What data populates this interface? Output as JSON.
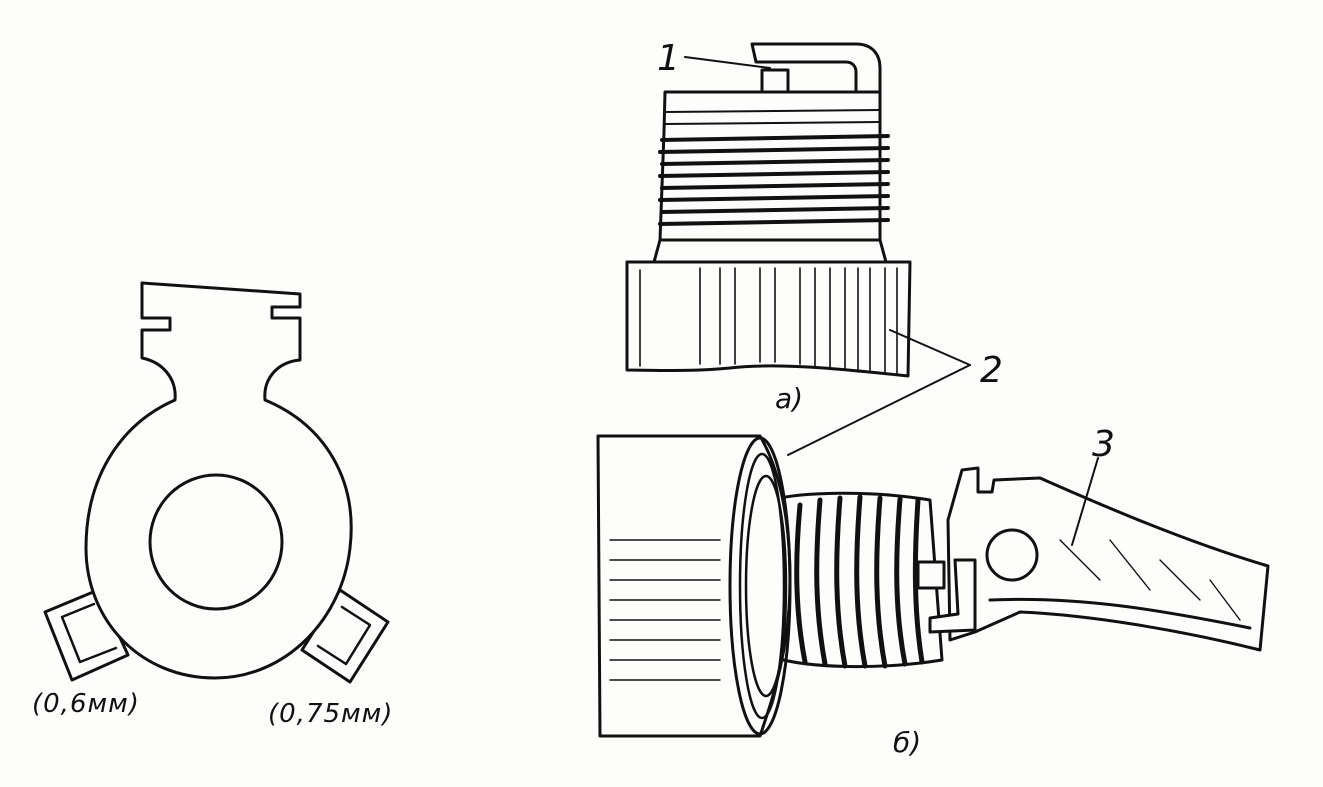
{
  "callouts": {
    "electrode": "1",
    "body": "2",
    "gauge_tool": "3"
  },
  "view_labels": {
    "view_a": "а)",
    "view_b": "б)"
  },
  "gauge_labels": {
    "left": "(0,6мм)",
    "right": "(0,75мм)"
  }
}
